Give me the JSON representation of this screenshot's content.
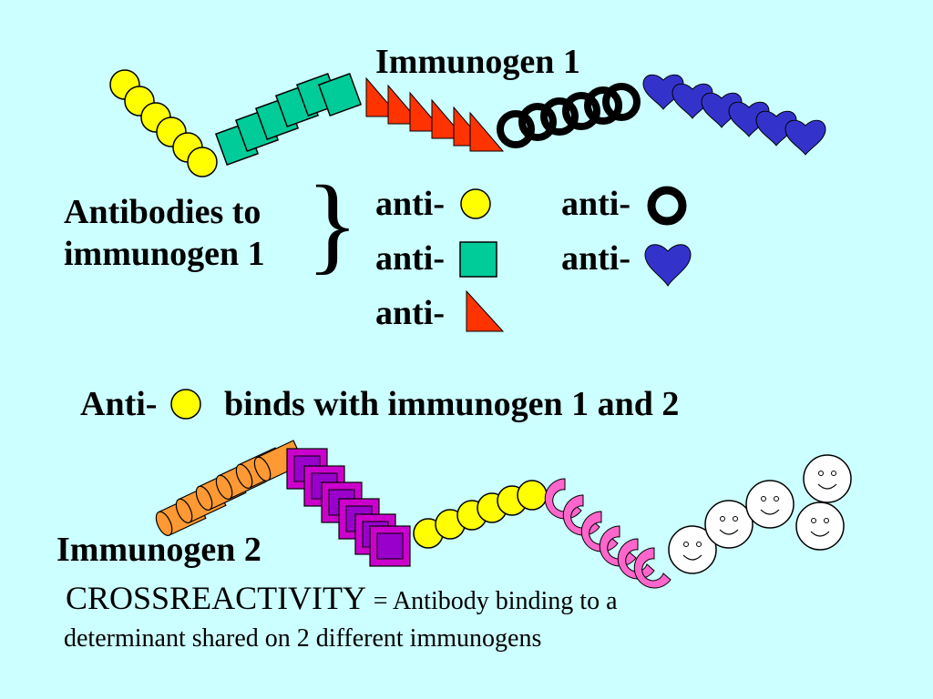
{
  "immunogen1_label": "Immunogen 1",
  "immunogen2_label": "Immunogen 2",
  "antibodies_label_line1": "Antibodies to",
  "antibodies_label_line2": "immunogen 1",
  "brace": "}",
  "anti_prefix": "anti-",
  "bind_prefix": "Anti-",
  "bind_text": "binds with immunogen 1 and 2",
  "crossreactivity_term": "CROSSREACTIVITY",
  "crossreactivity_definition_1": "= Antibody binding to a",
  "crossreactivity_definition_2": "determinant shared on 2 different immunogens",
  "colors": {
    "background": "#ccffff",
    "circle": "#ffff00",
    "square": "#00cc99",
    "triangle": "#ff3300",
    "ring": "#000000",
    "heart": "#3333cc",
    "cylinder": "#ff9933",
    "cube": "#cc00cc",
    "crescent": "#ff66cc",
    "smiley": "#ffffff"
  }
}
